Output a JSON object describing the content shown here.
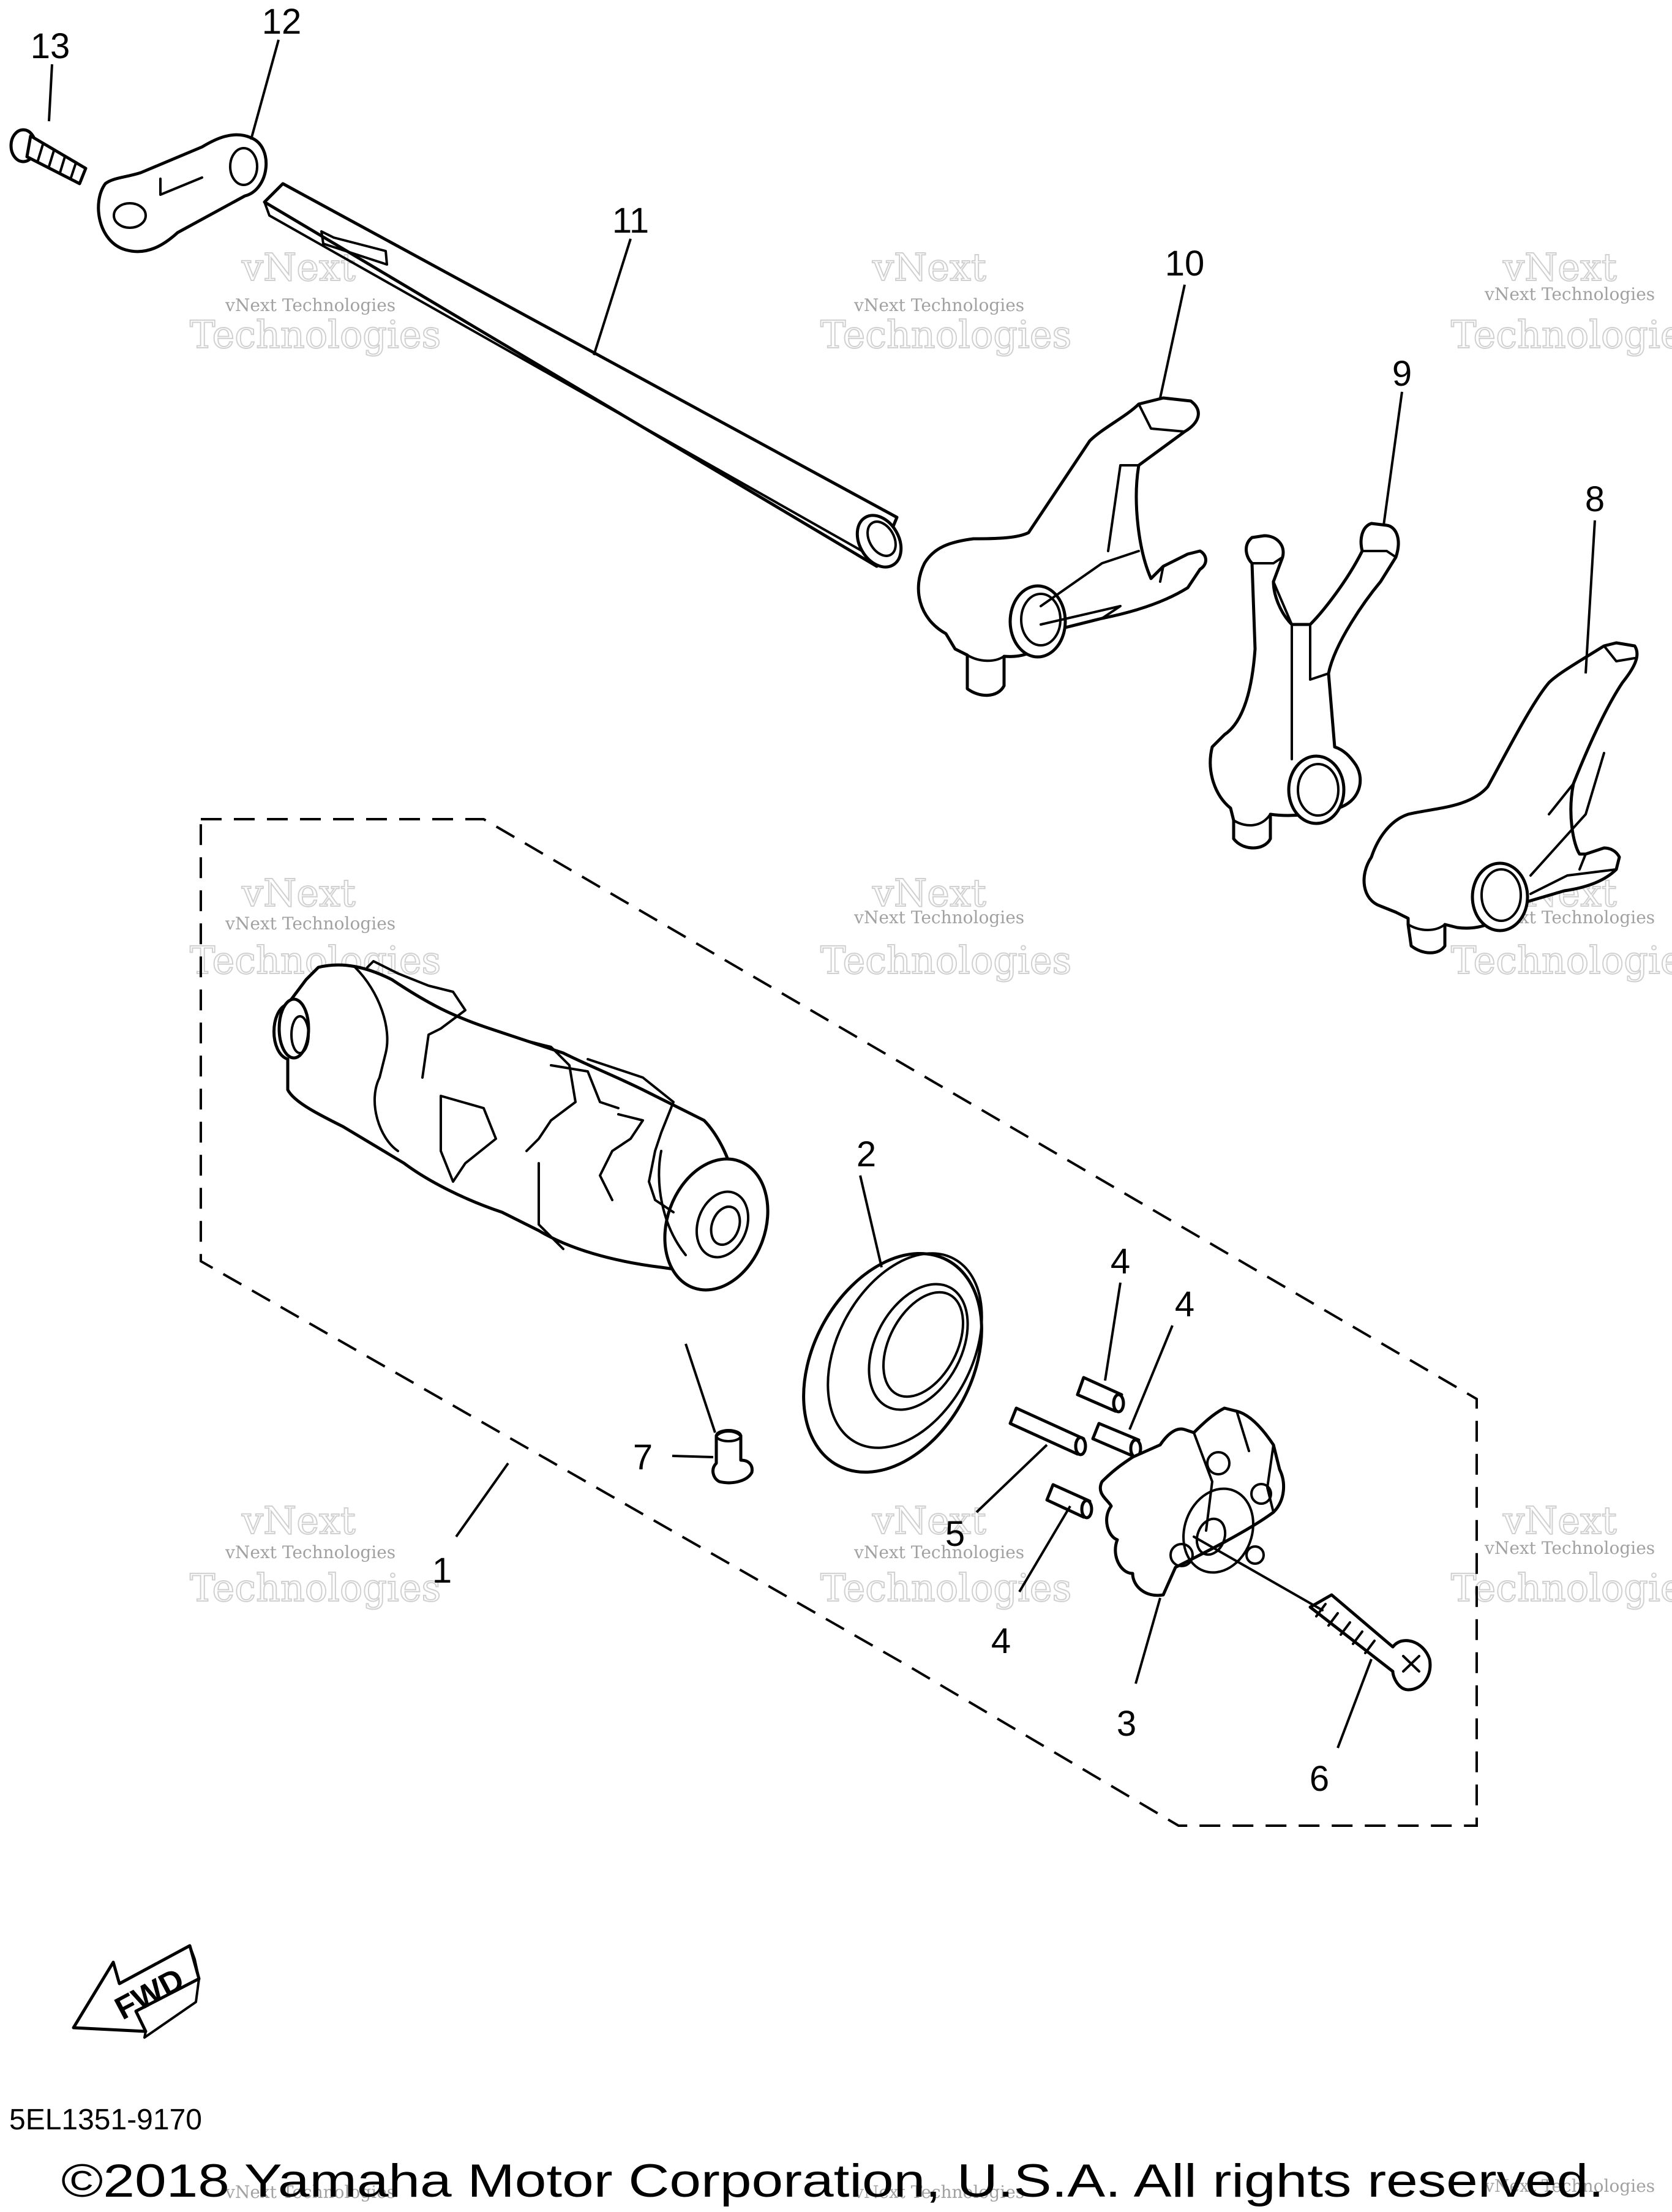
{
  "callouts": {
    "c1": "1",
    "c2": "2",
    "c3": "3",
    "c4a": "4",
    "c4b": "4",
    "c4c": "4",
    "c5": "5",
    "c6": "6",
    "c7": "7",
    "c8": "8",
    "c9": "9",
    "c10": "10",
    "c11": "11",
    "c12": "12",
    "c13": "13"
  },
  "direction_label": "FWD",
  "diagram_code": "5EL1351-9170",
  "copyright": "©2018 Yamaha Motor Corporation, U.S.A. All rights reserved.",
  "watermark": {
    "small": "vNext Technologies",
    "big": "Technologies",
    "top": "vNext"
  }
}
